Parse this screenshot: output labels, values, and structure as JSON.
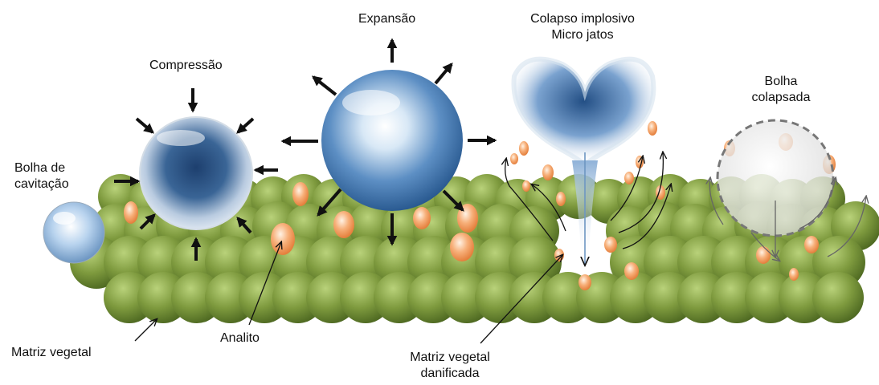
{
  "labels": {
    "bolha_cavitacao": [
      "Bolha de",
      "cavitação"
    ],
    "compressao": "Compressão",
    "expansao": "Expansão",
    "colapso": [
      "Colapso implosivo",
      "Micro jatos"
    ],
    "bolha_colapsada": [
      "Bolha",
      "colapsada"
    ],
    "matriz_vegetal": "Matriz vegetal",
    "analito": "Analito",
    "matriz_danificada": [
      "Matriz vegetal",
      "danificada"
    ]
  },
  "colors": {
    "matrix_green": "#7e9a3e",
    "matrix_green_light": "#a9c46a",
    "matrix_green_dark": "#4f6a22",
    "bubble_blue": "#3f6fa4",
    "bubble_blue_light": "#cfe3f5",
    "analyte_orange": "#f4a46a",
    "arrow": "#111111"
  }
}
